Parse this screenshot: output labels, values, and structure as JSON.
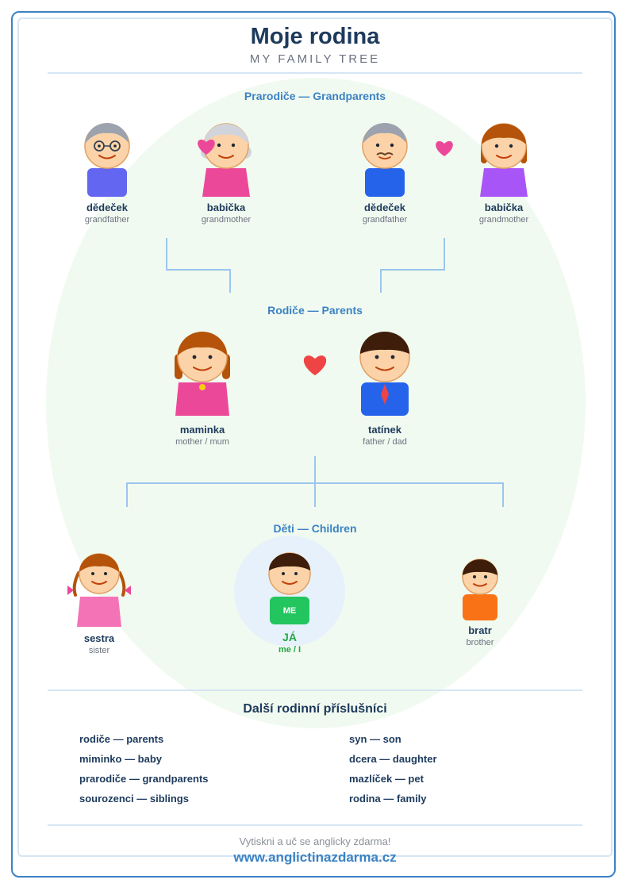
{
  "header": {
    "title": "Moje rodina",
    "subtitle": "MY FAMILY TREE"
  },
  "sections": {
    "grandparents": "Prarodiče — Grandparents",
    "parents": "Rodiče — Parents",
    "children": "Děti — Children"
  },
  "grandparents": [
    {
      "cz": "dědeček",
      "en": "grandfather"
    },
    {
      "cz": "babička",
      "en": "grandmother"
    },
    {
      "cz": "dědeček",
      "en": "grandfather"
    },
    {
      "cz": "babička",
      "en": "grandmother"
    }
  ],
  "parents": [
    {
      "cz": "maminka",
      "en": "mother / mum"
    },
    {
      "cz": "tatínek",
      "en": "father / dad"
    }
  ],
  "children": [
    {
      "cz": "sestra",
      "en": "sister"
    },
    {
      "cz": "JÁ",
      "en": "me / I",
      "badge": "ME"
    },
    {
      "cz": "bratr",
      "en": "brother"
    }
  ],
  "more": {
    "title": "Další rodinní příslušníci",
    "left": [
      "rodiče — parents",
      "miminko — baby",
      "prarodiče — grandparents",
      "sourozenci — siblings"
    ],
    "right": [
      "syn — son",
      "dcera — daughter",
      "mazlíček — pet",
      "rodina — family"
    ]
  },
  "footer": {
    "note": "Vytiskni a uč se anglicky zdarma!",
    "url": "www.anglictinazdarma.cz"
  },
  "colors": {
    "accent": "#3b82c4",
    "heading": "#1d3a5c",
    "heart": "#ef4444",
    "heart_pink": "#ec4899",
    "me": "#22c55e"
  },
  "icons": [
    "heart-icon",
    "person-figure"
  ]
}
